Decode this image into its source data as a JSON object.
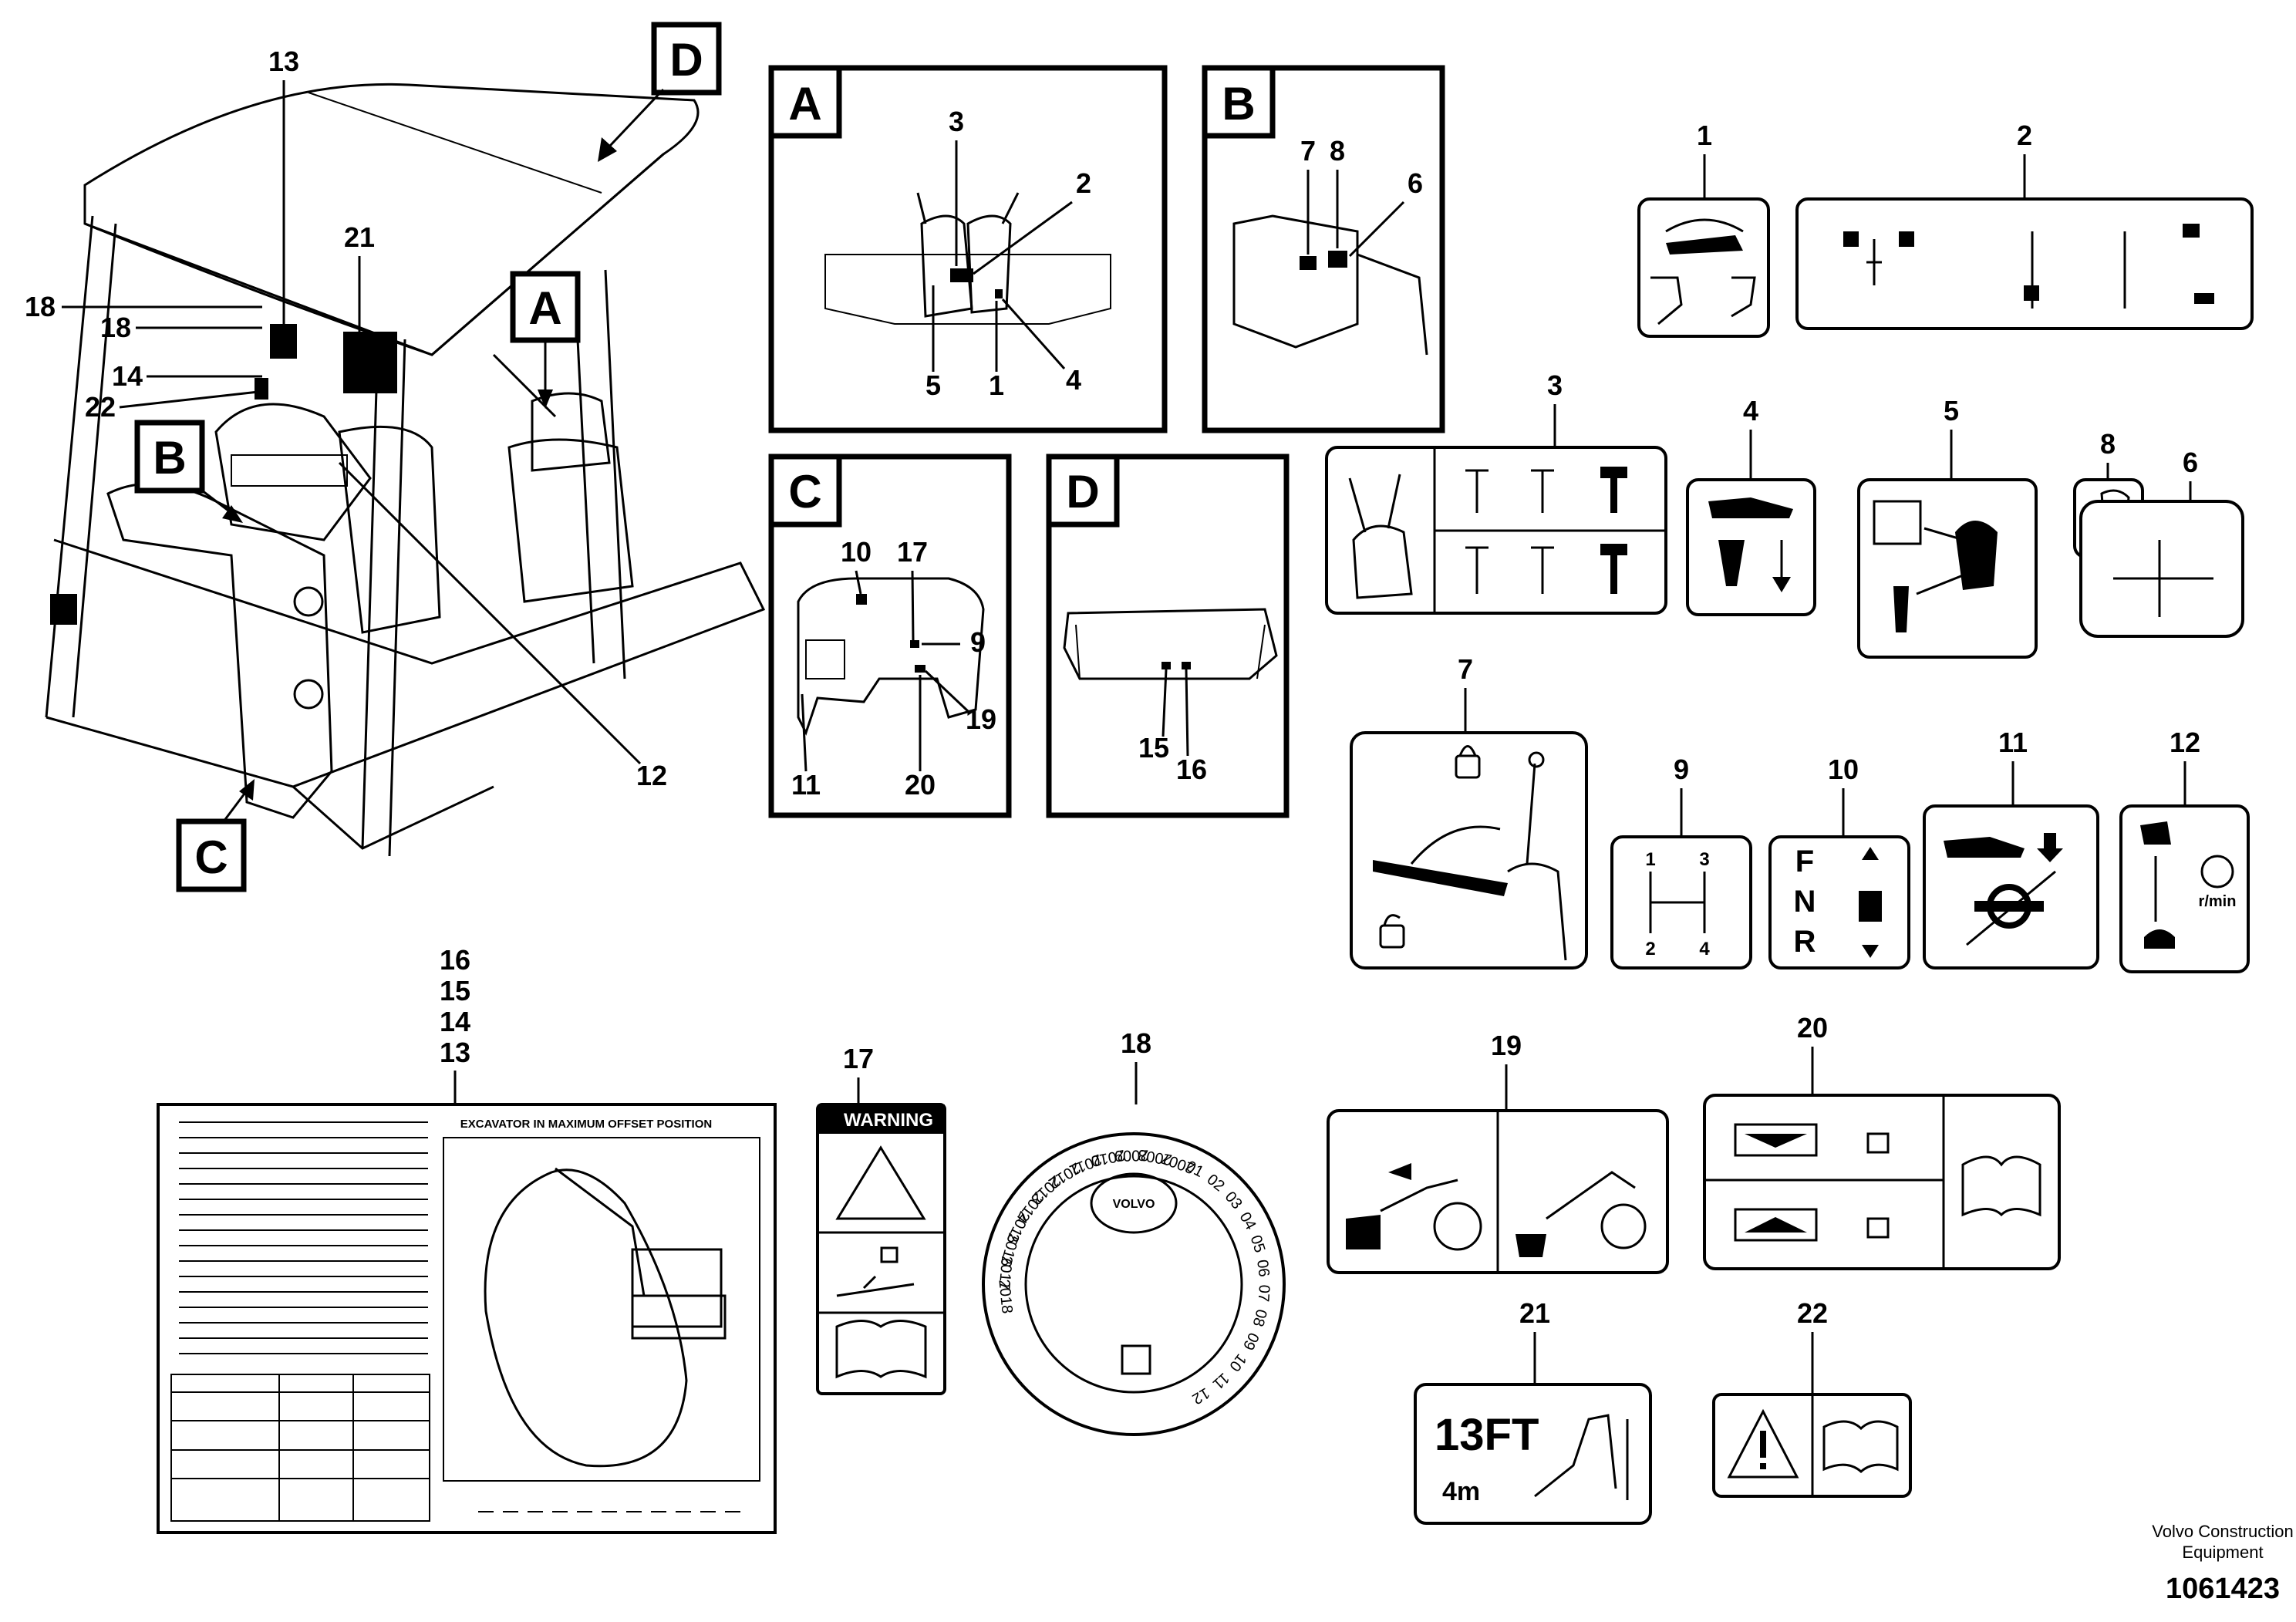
{
  "detail_labels": [
    "A",
    "B",
    "C",
    "D"
  ],
  "callouts": {
    "main": [
      "13",
      "21",
      "18",
      "18",
      "14",
      "22",
      "12"
    ],
    "A": [
      "3",
      "2",
      "5",
      "1",
      "4"
    ],
    "B": [
      "7",
      "8",
      "6"
    ],
    "C": [
      "10",
      "17",
      "9",
      "19",
      "11",
      "20"
    ],
    "D": [
      "15",
      "16"
    ],
    "stack": [
      "16",
      "15",
      "14",
      "13"
    ]
  },
  "decal_numbers": [
    "1",
    "2",
    "3",
    "4",
    "5",
    "8",
    "6",
    "7",
    "9",
    "10",
    "11",
    "12",
    "17",
    "18",
    "19",
    "20",
    "21",
    "22"
  ],
  "decal_text": {
    "gear_1": "1",
    "gear_3": "3",
    "gear_2": "2",
    "gear_4": "4",
    "fnr_f": "F",
    "fnr_n": "N",
    "fnr_r": "R",
    "rpm": "r/min",
    "warning": "WARNING",
    "offset_title": "EXCAVATOR IN MAXIMUM OFFSET POSITION",
    "height_ft": "13FT",
    "height_m": "4m",
    "brand": "VOLVO"
  },
  "year_wheel": {
    "years": [
      "2007",
      "2008",
      "2009",
      "2010",
      "2011",
      "2012",
      "2013",
      "2014",
      "2015",
      "2016",
      "2017",
      "2018"
    ],
    "months": [
      "01",
      "02",
      "03",
      "04",
      "05",
      "06",
      "07",
      "08",
      "09",
      "10",
      "11",
      "12"
    ]
  },
  "footer": {
    "company_line1": "Volvo Construction",
    "company_line2": "Equipment",
    "part_number": "1061423"
  }
}
